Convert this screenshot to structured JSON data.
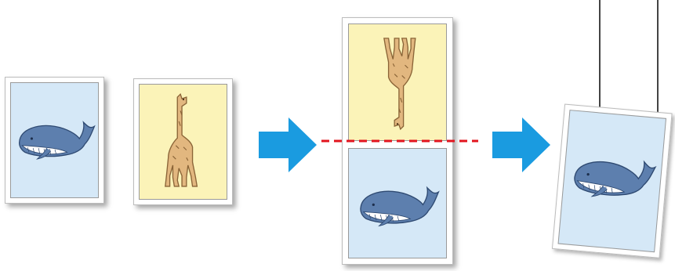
{
  "diagram": {
    "colors": {
      "whale_paper": "#d5e8f7",
      "giraffe_paper": "#fbf3b8",
      "whale_body": "#5d7fae",
      "whale_belly": "#ffffff",
      "giraffe_body": "#e2b77f",
      "arrow": "#1a9be0",
      "cut_line": "#e2141e",
      "wire": "#444444"
    },
    "steps": [
      {
        "name": "whale-page",
        "icon": "whale-icon"
      },
      {
        "name": "giraffe-page",
        "icon": "giraffe-icon"
      },
      {
        "name": "combined-sheet",
        "icons": [
          "giraffe-icon-inverted",
          "whale-icon"
        ],
        "cut": "dashed-cut-line"
      },
      {
        "name": "hanging-whale-page",
        "icon": "whale-icon"
      }
    ],
    "arrows": [
      "right-arrow-icon",
      "right-arrow-icon"
    ]
  }
}
